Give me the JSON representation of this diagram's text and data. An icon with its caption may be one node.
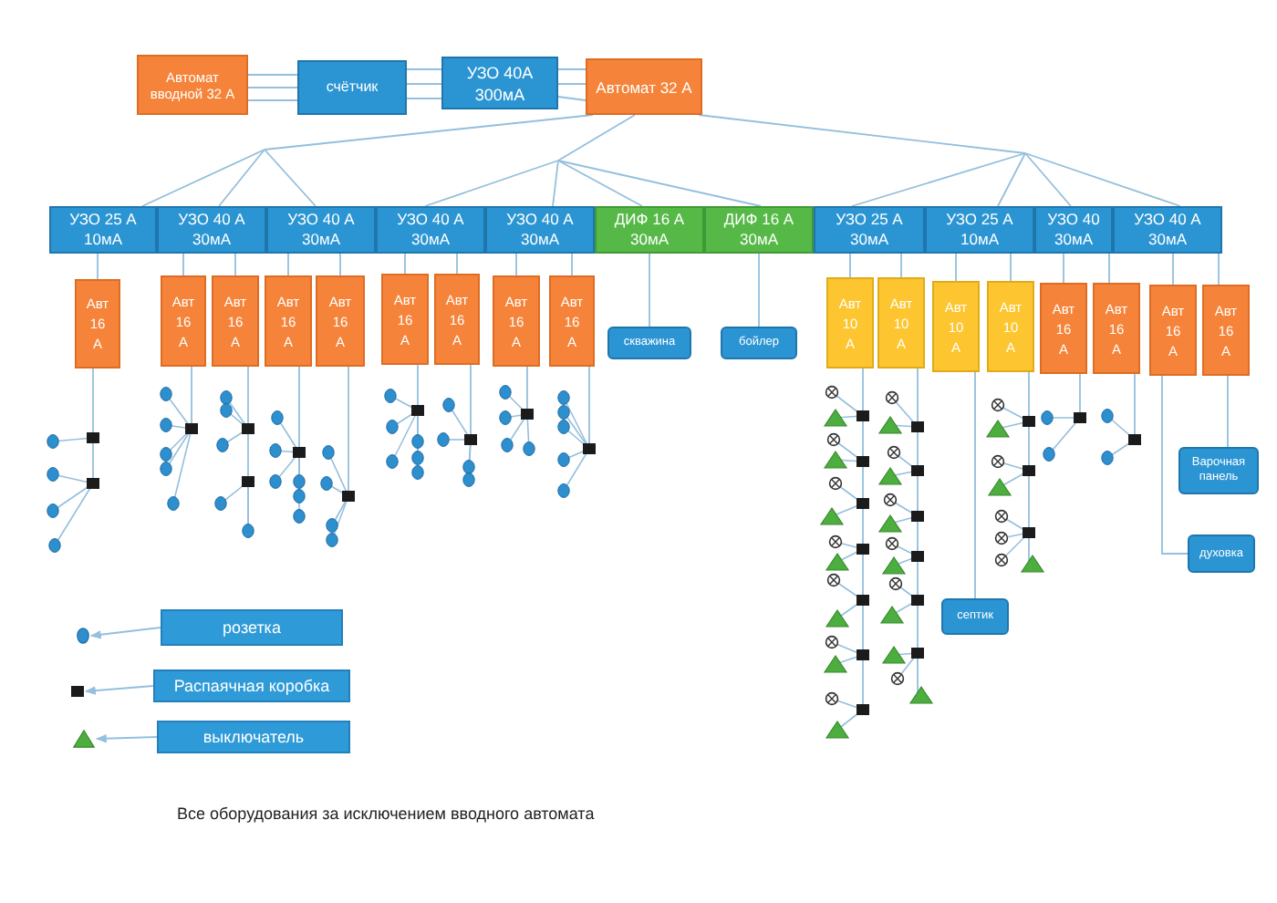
{
  "diagram": {
    "nodes": [
      {
        "text": [
          "Автомат вводной 32 А"
        ]
      },
      {
        "text": [
          "счётчик"
        ]
      },
      {
        "text": [
          "УЗО 40А",
          "300мА"
        ]
      },
      {
        "text": [
          "Автомат 32 А"
        ]
      },
      {
        "text": [
          "УЗО 25 А",
          "10мА"
        ]
      },
      {
        "text": [
          "УЗО 40 А",
          "30мА"
        ]
      },
      {
        "text": [
          "УЗО 40 А",
          "30мА"
        ]
      },
      {
        "text": [
          "УЗО 40 А",
          "30мА"
        ]
      },
      {
        "text": [
          "УЗО 40 А",
          "30мА"
        ]
      },
      {
        "text": [
          "ДИФ 16 А",
          "30мА"
        ]
      },
      {
        "text": [
          "ДИФ 16 А",
          "30мА"
        ]
      },
      {
        "text": [
          "УЗО 25 А",
          "30мА"
        ]
      },
      {
        "text": [
          "УЗО 25 А",
          "10мА"
        ]
      },
      {
        "text": [
          "УЗО 40",
          "30мА"
        ]
      },
      {
        "text": [
          "УЗО 40 А",
          "30мА"
        ]
      },
      {
        "text": [
          "Авт 16 А"
        ]
      },
      {
        "text": [
          "Авт 16 А"
        ]
      },
      {
        "text": [
          "Авт 16 А"
        ]
      },
      {
        "text": [
          "Авт 16 А"
        ]
      },
      {
        "text": [
          "Авт 16 А"
        ]
      },
      {
        "text": [
          "Авт 16 А"
        ]
      },
      {
        "text": [
          "Авт 16 А"
        ]
      },
      {
        "text": [
          "Авт 16 А"
        ]
      },
      {
        "text": [
          "Авт 16 А"
        ]
      },
      {
        "text": [
          "скважина"
        ]
      },
      {
        "text": [
          "бойлер"
        ]
      },
      {
        "text": [
          "Авт 10 А"
        ]
      },
      {
        "text": [
          "Авт 10 А"
        ]
      },
      {
        "text": [
          "Авт 10 А"
        ]
      },
      {
        "text": [
          "Авт 10 А"
        ]
      },
      {
        "text": [
          "Авт 16 А"
        ]
      },
      {
        "text": [
          "Авт 16 А"
        ]
      },
      {
        "text": [
          "Авт 16 А"
        ]
      },
      {
        "text": [
          "Авт 16 А"
        ]
      },
      {
        "text": [
          "септик"
        ]
      },
      {
        "text": [
          "духовка"
        ]
      },
      {
        "text": [
          "Варочная панель"
        ]
      },
      {
        "text": [],
        "shape": "picture"
      },
      {
        "text": [],
        "shape": "picture"
      },
      {
        "text": [],
        "shape": "picture"
      },
      {
        "text": [],
        "shape": "picture"
      },
      {
        "text": [],
        "shape": "picture"
      },
      {
        "text": [],
        "shape": "picture"
      },
      {
        "text": [],
        "shape": "picture"
      },
      {
        "text": [],
        "shape": "picture"
      },
      {
        "text": [],
        "shape": "picture"
      },
      {
        "text": [],
        "shape": "picture"
      },
      {
        "text": [],
        "shape": "picture"
      },
      {
        "text": [],
        "shape": "picture"
      },
      {
        "text": [],
        "shape": "picture"
      },
      {
        "text": [],
        "shape": "picture"
      },
      {
        "text": [
          "розетка"
        ]
      },
      {
        "text": [],
        "shape": "circle"
      },
      {
        "text": [
          "Распаячная коробка"
        ]
      },
      {
        "text": [],
        "shape": "box"
      },
      {
        "text": [
          "выключатель"
        ]
      },
      {
        "text": [],
        "shape": "triangle"
      }
    ],
    "edges": [
      {
        "from": 0,
        "to": 1,
        "arrow": "none"
      },
      {
        "from": 1,
        "to": 2,
        "arrow": "none"
      },
      {
        "from": 2,
        "to": 3,
        "arrow": "none"
      },
      {
        "from": 3,
        "to": 4,
        "arrow": "none"
      },
      {
        "from": 3,
        "to": 5,
        "arrow": "none"
      },
      {
        "from": 3,
        "to": 6,
        "arrow": "none"
      },
      {
        "from": 3,
        "to": 7,
        "arrow": "none"
      },
      {
        "from": 3,
        "to": 8,
        "arrow": "none"
      },
      {
        "from": 3,
        "to": 9,
        "arrow": "none"
      },
      {
        "from": 3,
        "to": 10,
        "arrow": "none"
      },
      {
        "from": 3,
        "to": 11,
        "arrow": "none"
      },
      {
        "from": 3,
        "to": 12,
        "arrow": "none"
      },
      {
        "from": 3,
        "to": 13,
        "arrow": "none"
      },
      {
        "from": 3,
        "to": 14,
        "arrow": "none"
      },
      {
        "from": 4,
        "to": 15,
        "arrow": "none"
      },
      {
        "from": 5,
        "to": 16,
        "arrow": "none"
      },
      {
        "from": 5,
        "to": 17,
        "arrow": "none"
      },
      {
        "from": 6,
        "to": 18,
        "arrow": "none"
      },
      {
        "from": 6,
        "to": 19,
        "arrow": "none"
      },
      {
        "from": 7,
        "to": 20,
        "arrow": "none"
      },
      {
        "from": 7,
        "to": 21,
        "arrow": "none"
      },
      {
        "from": 8,
        "to": 22,
        "arrow": "none"
      },
      {
        "from": 8,
        "to": 23,
        "arrow": "none"
      },
      {
        "from": 9,
        "to": 24,
        "arrow": "none"
      },
      {
        "from": 10,
        "to": 25,
        "arrow": "none"
      },
      {
        "from": 11,
        "to": 26,
        "arrow": "none"
      },
      {
        "from": 11,
        "to": 27,
        "arrow": "none"
      },
      {
        "from": 12,
        "to": 28,
        "arrow": "none"
      },
      {
        "from": 12,
        "to": 29,
        "arrow": "none"
      },
      {
        "from": 13,
        "to": 30,
        "arrow": "none"
      },
      {
        "from": 13,
        "to": 31,
        "arrow": "none"
      },
      {
        "from": 14,
        "to": 32,
        "arrow": "none"
      },
      {
        "from": 14,
        "to": 33,
        "arrow": "none"
      },
      {
        "from": 15,
        "to": 37,
        "arrow": "none"
      },
      {
        "from": 16,
        "to": 38,
        "arrow": "none"
      },
      {
        "from": 17,
        "to": 39,
        "arrow": "none"
      },
      {
        "from": 18,
        "to": 40,
        "arrow": "none"
      },
      {
        "from": 19,
        "to": 41,
        "arrow": "none"
      },
      {
        "from": 20,
        "to": 42,
        "arrow": "none"
      },
      {
        "from": 21,
        "to": 43,
        "arrow": "none"
      },
      {
        "from": 22,
        "to": 44,
        "arrow": "none"
      },
      {
        "from": 23,
        "to": 45,
        "arrow": "none"
      },
      {
        "from": 26,
        "to": 46,
        "arrow": "none"
      },
      {
        "from": 27,
        "to": 47,
        "arrow": "none"
      },
      {
        "from": 28,
        "to": 34,
        "arrow": "none"
      },
      {
        "from": 29,
        "to": 48,
        "arrow": "none"
      },
      {
        "from": 30,
        "to": 49,
        "arrow": "none"
      },
      {
        "from": 31,
        "to": 50,
        "arrow": "none"
      },
      {
        "from": 32,
        "to": 35,
        "arrow": "none"
      },
      {
        "from": 33,
        "to": 36,
        "arrow": "none"
      },
      {
        "from": 51,
        "to": 52,
        "arrow": "to"
      },
      {
        "from": 53,
        "to": 54,
        "arrow": "to"
      },
      {
        "from": 55,
        "to": 56,
        "arrow": "to"
      }
    ],
    "labels": [
      "Все оборудования за исключением вводного автомата"
    ]
  }
}
